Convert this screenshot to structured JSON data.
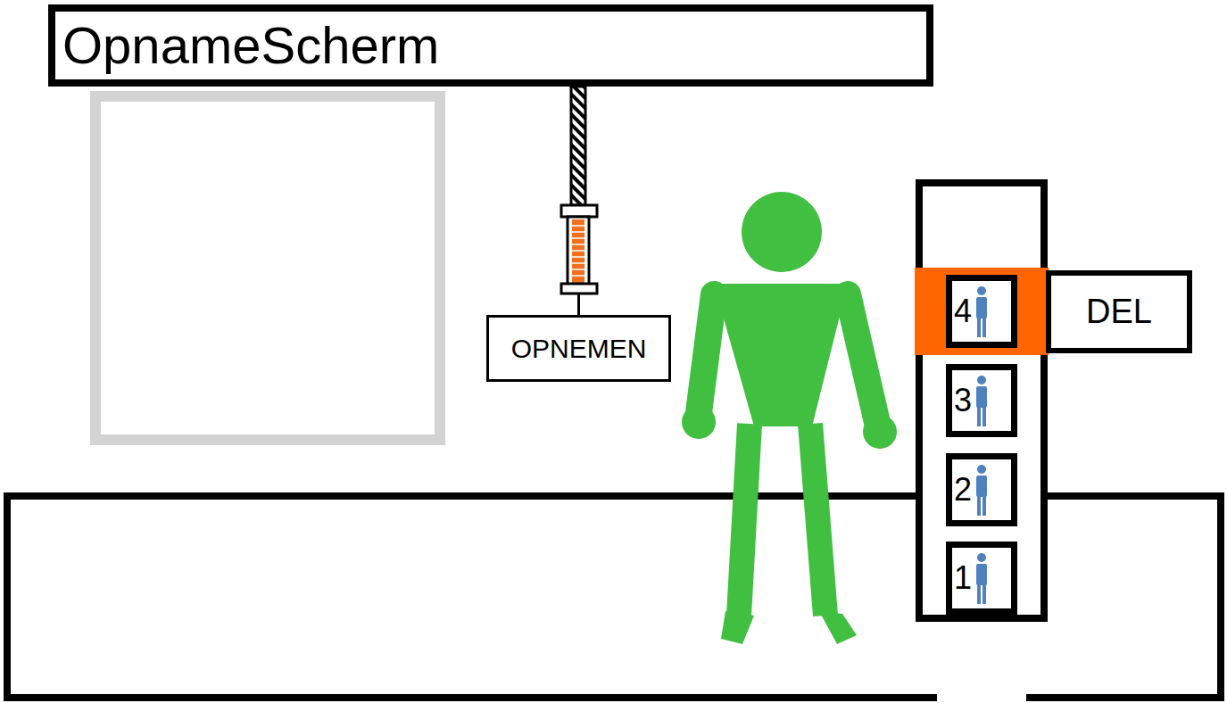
{
  "diagram": {
    "nodes": [
      {
        "text": [
          "OpnameScherm"
        ]
      },
      {
        "text": [
          "OPNEMEN"
        ]
      },
      {
        "text": [
          "4"
        ]
      },
      {
        "text": [
          "DEL"
        ]
      },
      {
        "text": [
          "3"
        ]
      },
      {
        "text": [
          "2"
        ]
      },
      {
        "text": [
          "1"
        ]
      }
    ],
    "edges": [
      {
        "from": 0,
        "to": 1,
        "arrow": "none"
      }
    ]
  }
}
